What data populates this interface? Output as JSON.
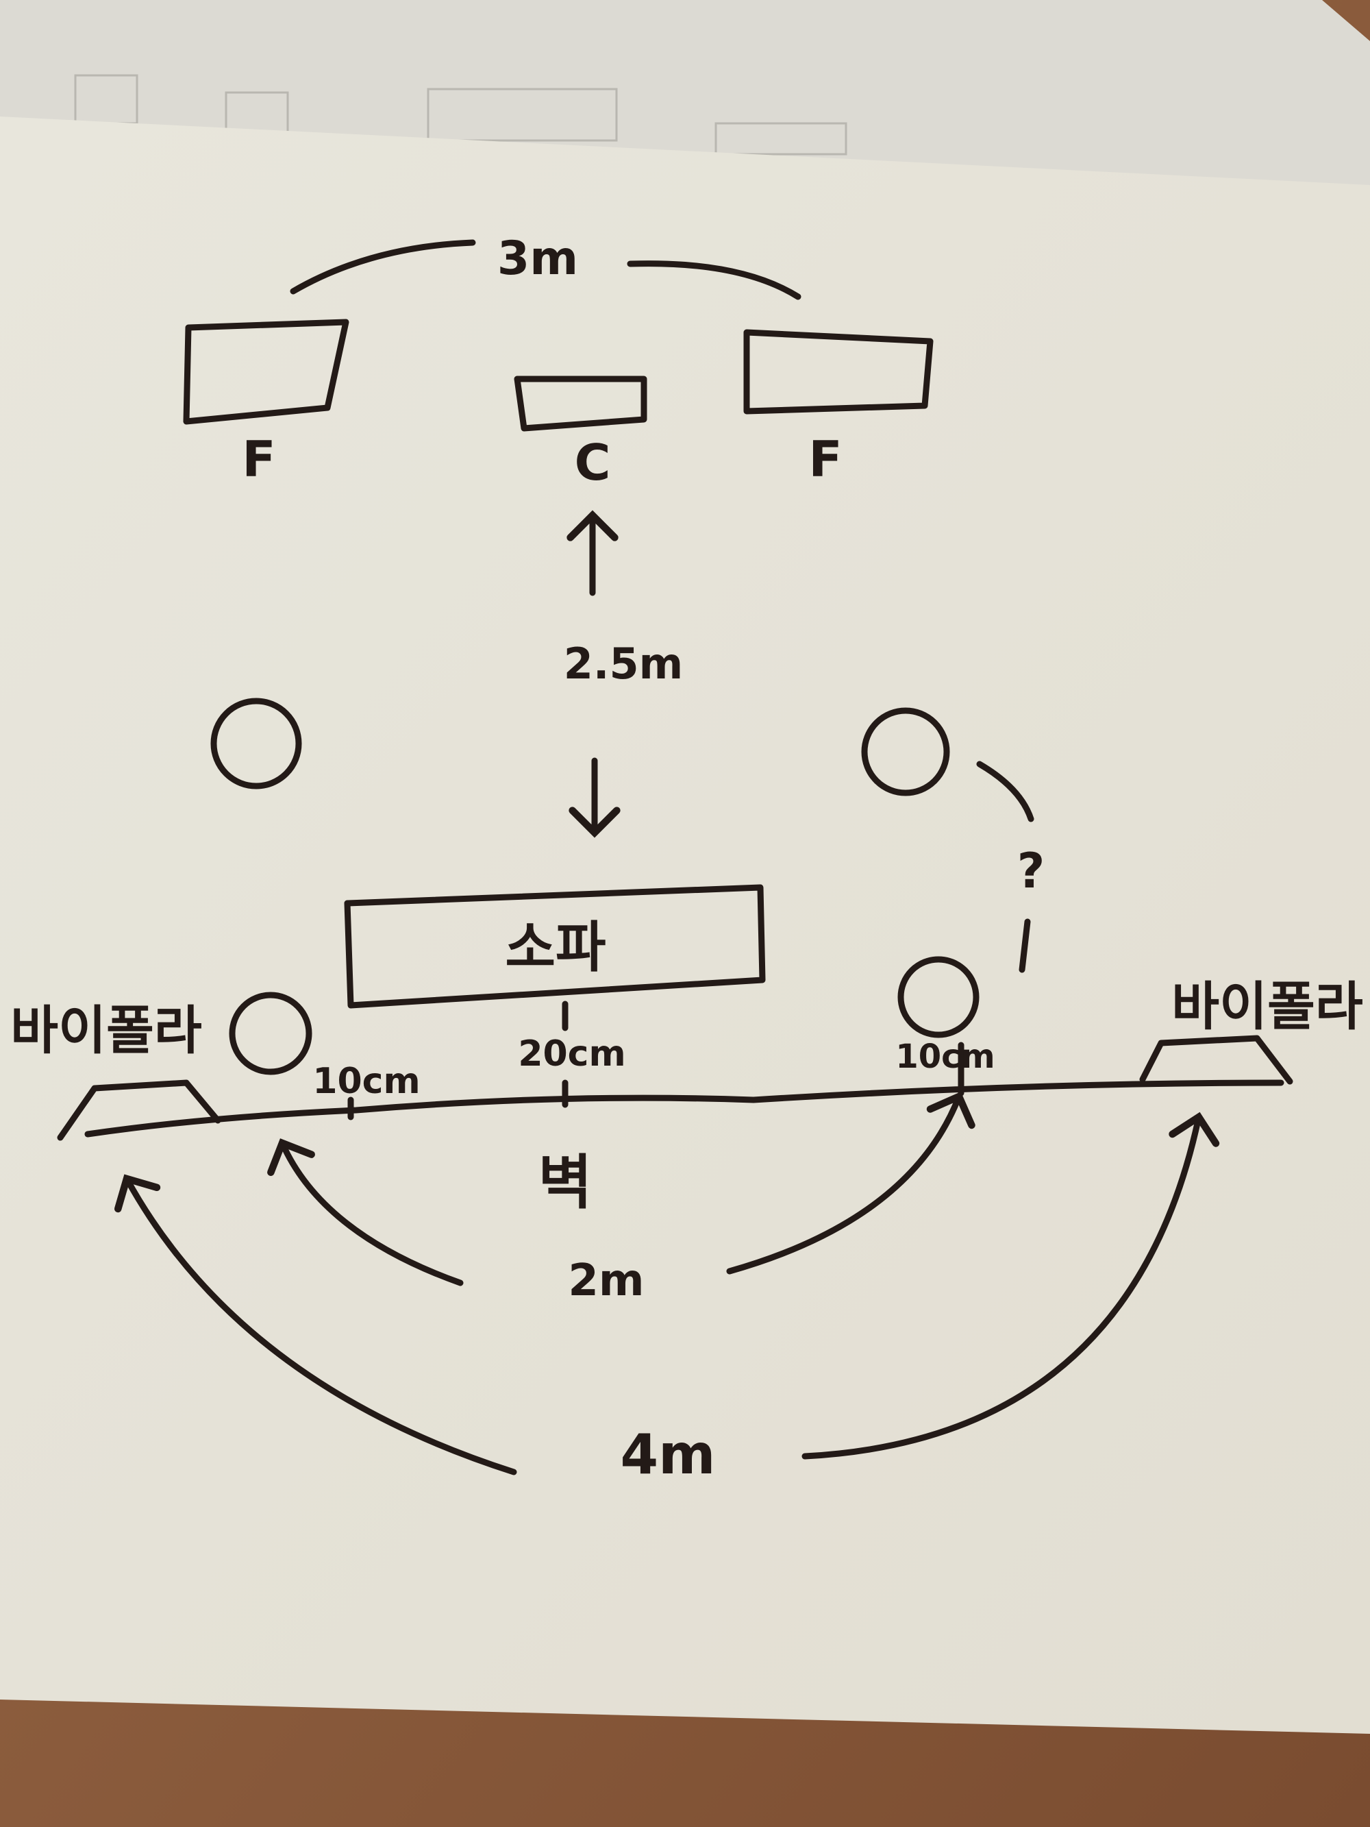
{
  "colors": {
    "ink": "#231a17",
    "paper": "#e9e6dc",
    "back_paper": "#dddbd4",
    "table": "#8a5a3c"
  },
  "labels": {
    "front_speaker_width": "3m",
    "front_left": "F",
    "center": "C",
    "front_right": "F",
    "listening_distance": "2.5m",
    "question_mark": "?",
    "sofa": "소파",
    "bipolar_left": "바이폴라",
    "bipolar_right": "바이폴라",
    "sofa_to_wall": "20cm",
    "left_gap": "10cm",
    "right_gap": "10cm",
    "wall": "벽",
    "inner_spacing": "2m",
    "outer_spacing": "4m"
  }
}
